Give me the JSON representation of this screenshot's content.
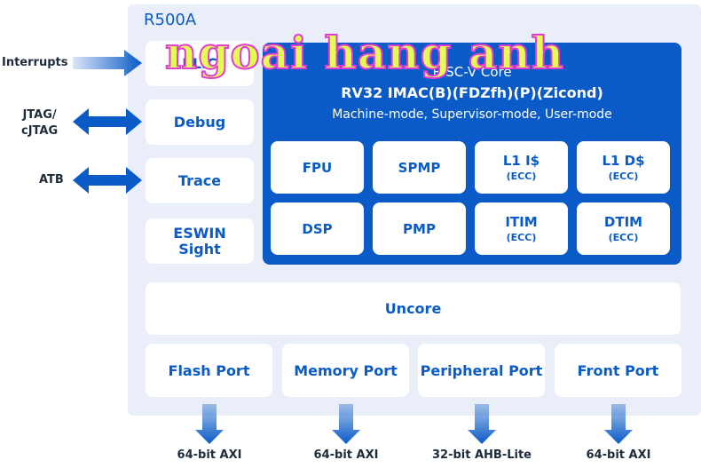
{
  "chip": {
    "title": "R500A"
  },
  "core": {
    "name": "RISC-V Core",
    "isa": "RV32 IMAC(B)(FDZfh)(P)(Zicond)",
    "modes": "Machine-mode, Supervisor-mode, User-mode",
    "units": [
      {
        "label": "FPU",
        "sub": ""
      },
      {
        "label": "SPMP",
        "sub": ""
      },
      {
        "label": "L1 I$",
        "sub": "(ECC)"
      },
      {
        "label": "L1 D$",
        "sub": "(ECC)"
      },
      {
        "label": "DSP",
        "sub": ""
      },
      {
        "label": "PMP",
        "sub": ""
      },
      {
        "label": "ITIM",
        "sub": "(ECC)"
      },
      {
        "label": "DTIM",
        "sub": "(ECC)"
      }
    ]
  },
  "side_blocks": [
    {
      "label": "PLIC"
    },
    {
      "label": "Debug"
    },
    {
      "label": "Trace"
    },
    {
      "label": "ESWIN Sight"
    }
  ],
  "uncore": {
    "label": "Uncore"
  },
  "ports": [
    {
      "label": "Flash Port",
      "bus": "64-bit AXI"
    },
    {
      "label": "Memory Port",
      "bus": "64-bit AXI"
    },
    {
      "label": "Peripheral Port",
      "bus": "32-bit AHB-Lite"
    },
    {
      "label": "Front Port",
      "bus": "64-bit AXI"
    }
  ],
  "external": {
    "interrupts": "Interrupts",
    "jtag_line1": "JTAG/",
    "jtag_line2": "cJTAG",
    "atb": "ATB"
  },
  "watermark": "ngoai hang anh",
  "colors": {
    "primary": "#0a5bc7",
    "panel": "#e9eef8",
    "text_dark": "#1d2b3a"
  }
}
